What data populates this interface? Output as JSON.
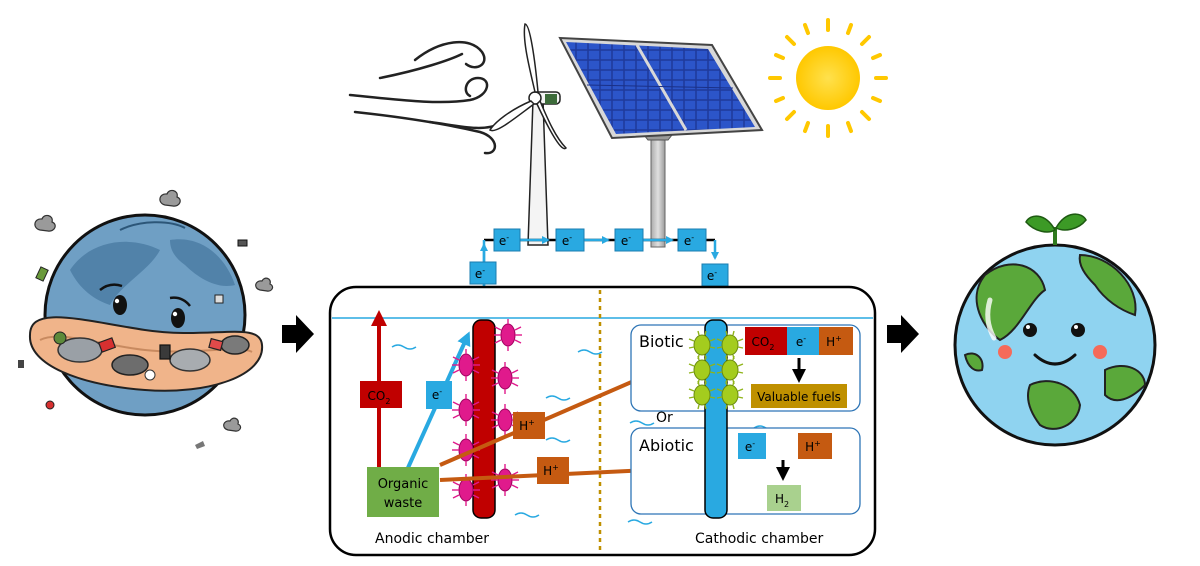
{
  "labels": {
    "electron": "e",
    "electron_sup": "-",
    "proton": "H",
    "proton_sup": "+",
    "co2_main": "CO",
    "co2_sub": "2",
    "h2_main": "H",
    "h2_sub": "2",
    "organic_line1": "Organic",
    "organic_line2": "waste",
    "biotic": "Biotic",
    "abiotic": "Abiotic",
    "or": "Or",
    "valuable_fuels": "Valuable fuels",
    "anodic_chamber": "Anodic chamber",
    "cathodic_chamber": "Cathodic chamber"
  },
  "colors": {
    "electron_box": "#29a9e1",
    "proton_box": "#c55a11",
    "co2_box": "#c00000",
    "organic_box": "#70ad47",
    "fuels_box": "#bf9000",
    "h2_box": "#a9d18e",
    "anode": "#c00000",
    "cathode": "#29a9e1",
    "divider": "#bf9000",
    "earth_ocean": "#8fd3f0",
    "earth_land": "#5aa83a",
    "polluted_ocean": "#6f9fc4"
  },
  "icons": [
    "wind-icon",
    "wind-turbine-icon",
    "solar-panel-icon",
    "sun-icon",
    "polluted-earth-icon",
    "healthy-earth-icon",
    "arrow-right-icon"
  ]
}
